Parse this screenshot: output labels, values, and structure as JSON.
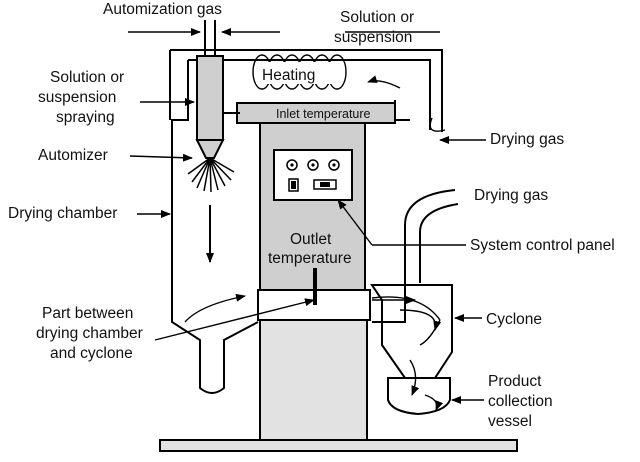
{
  "labels": {
    "automization_gas": "Automization gas",
    "solution_top_1": "Solution or",
    "solution_top_2": "suspension",
    "solution_left_1": "Solution or",
    "solution_left_2": "suspension",
    "solution_left_3": "spraying",
    "heating": "Heating",
    "inlet_temperature": "Inlet temperature",
    "drying_gas_1": "Drying gas",
    "automizer": "Automizer",
    "drying_gas_2": "Drying gas",
    "drying_chamber": "Drying chamber",
    "outlet_1": "Outlet",
    "outlet_2": "temperature",
    "system_control_panel": "System control panel",
    "part_between_1": "Part between",
    "part_between_2": "drying chamber",
    "part_between_3": "and cyclone",
    "cyclone": "Cyclone",
    "product_1": "Product",
    "product_2": "collection",
    "product_3": "vessel"
  }
}
